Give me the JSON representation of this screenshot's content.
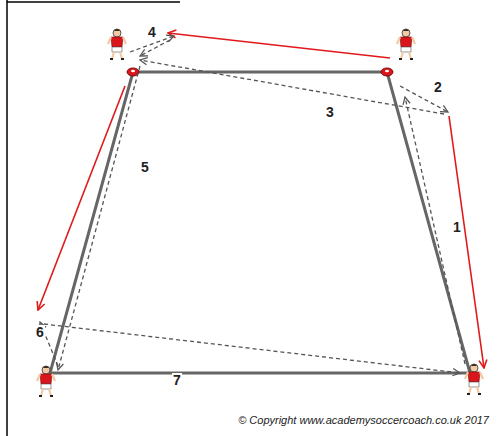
{
  "diagram": {
    "labels": [
      "1",
      "2",
      "3",
      "4",
      "5",
      "6",
      "7",
      "© Copyright www.academysoccercoach.co.uk 2017"
    ]
  }
}
